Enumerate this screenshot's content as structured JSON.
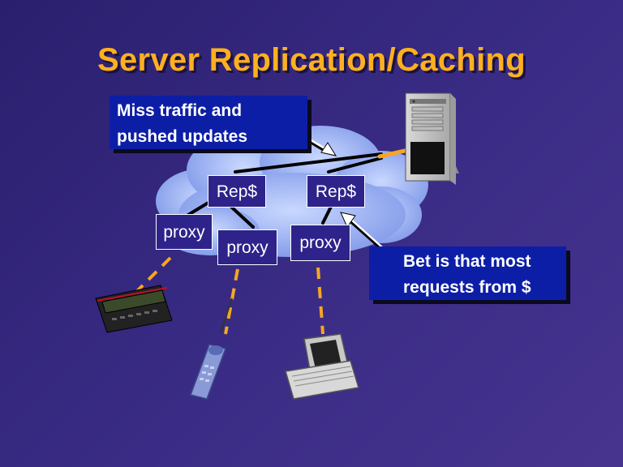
{
  "slide": {
    "title": "Server Replication/Caching"
  },
  "nodes": {
    "rep_left": "Rep$",
    "rep_right": "Rep$",
    "proxy_left": "proxy",
    "proxy_middle": "proxy",
    "proxy_right": "proxy"
  },
  "callouts": {
    "miss_traffic": [
      "Miss traffic and",
      "pushed updates"
    ],
    "bet": [
      "Bet is that most",
      "requests from $"
    ]
  },
  "colors": {
    "title": "#ffb020",
    "callout_bg": "#0d1ea6",
    "node_bg": "#2e238a",
    "wireless_link": "#f5a623",
    "cloud": "#9fb6f5"
  },
  "devices": [
    "server-icon",
    "pager-icon",
    "cellphone-icon",
    "laptop-icon"
  ]
}
